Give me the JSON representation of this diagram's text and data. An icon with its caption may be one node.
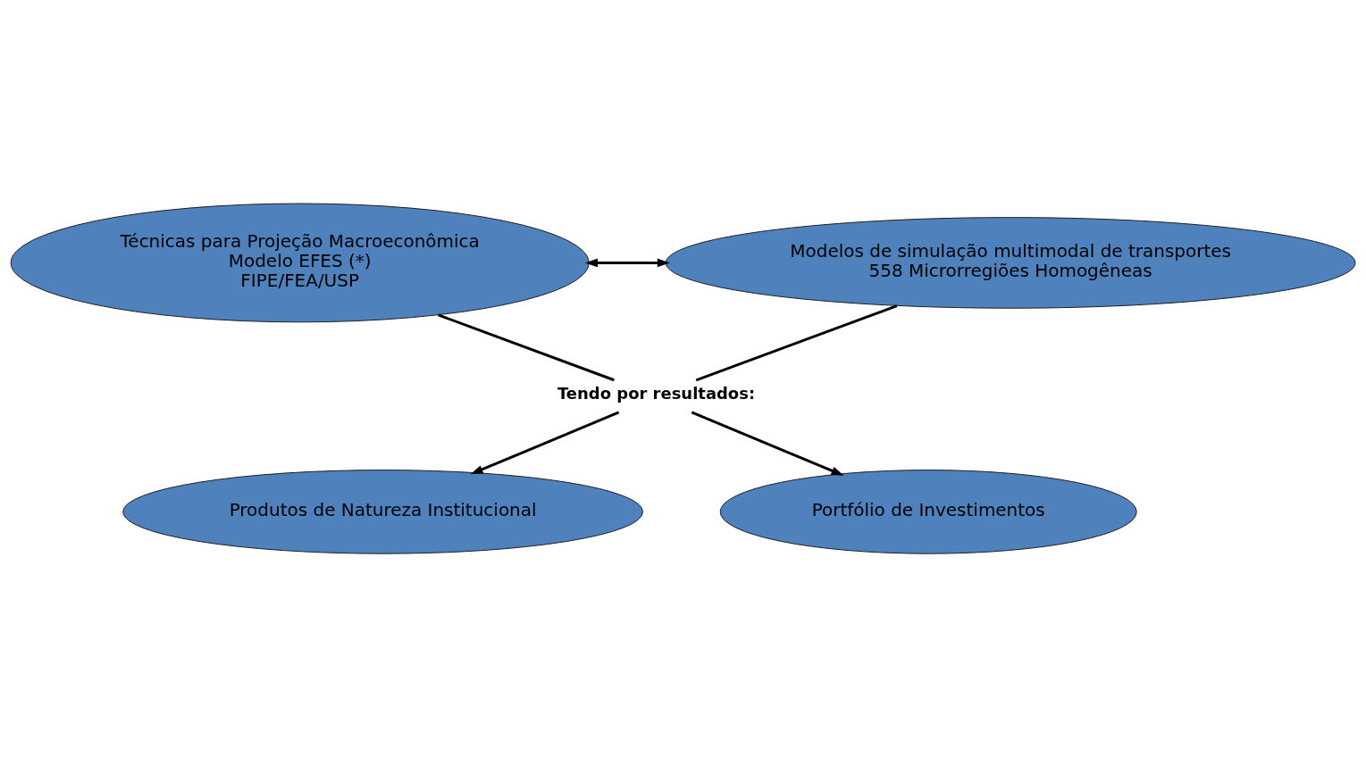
{
  "diagram": {
    "nodes": [
      {
        "text": [
          "Técnicas para Projeção Macroeconômica",
          "Modelo EFES (*)",
          "FIPE/FEA/USP"
        ]
      },
      {
        "text": [
          "Modelos de simulação multimodal de transportes",
          "558 Microrregiões Homogêneas"
        ]
      },
      {
        "text": [
          "Tendo por resultados:"
        ]
      },
      {
        "text": [
          "Produtos de Natureza Institucional"
        ]
      },
      {
        "text": [
          "Portfólio de Investimentos"
        ]
      }
    ],
    "edges": [
      {
        "from": 0,
        "to": 1,
        "arrow": "both"
      },
      {
        "from": 0,
        "to": 2,
        "arrow": "none"
      },
      {
        "from": 1,
        "to": 2,
        "arrow": "none"
      },
      {
        "from": 2,
        "to": 3,
        "arrow": "to"
      },
      {
        "from": 2,
        "to": 4,
        "arrow": "to"
      }
    ]
  }
}
